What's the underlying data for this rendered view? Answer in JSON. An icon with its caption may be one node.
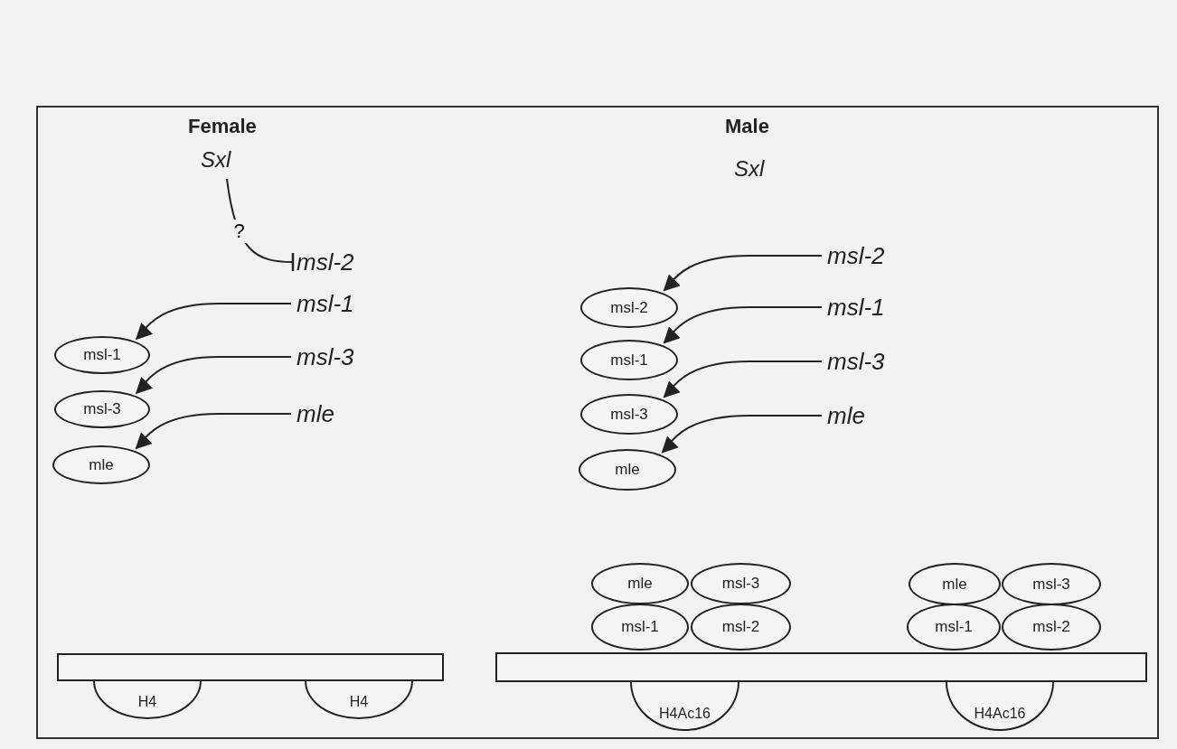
{
  "diagram": {
    "nodes": [
      {
        "text": [
          "Sxl"
        ]
      },
      {
        "text": [
          "msl-2"
        ]
      },
      {
        "text": [
          "msl-1"
        ]
      },
      {
        "text": [
          "msl-3"
        ]
      },
      {
        "text": [
          "mle"
        ]
      },
      {
        "text": [
          "msl-1"
        ]
      },
      {
        "text": [
          "msl-3"
        ]
      },
      {
        "text": [
          "mle"
        ]
      },
      {
        "text": [
          "Sxl"
        ]
      },
      {
        "text": [
          "msl-2"
        ]
      },
      {
        "text": [
          "msl-1"
        ]
      },
      {
        "text": [
          "msl-3"
        ]
      },
      {
        "text": [
          "mle"
        ]
      },
      {
        "text": [
          "msl-2"
        ]
      },
      {
        "text": [
          "msl-1"
        ]
      },
      {
        "text": [
          "msl-3"
        ]
      },
      {
        "text": [
          "mle"
        ]
      },
      {
        "text": [
          "H4"
        ]
      },
      {
        "text": [
          "H4"
        ]
      },
      {
        "text": [
          "mle"
        ]
      },
      {
        "text": [
          "msl-3"
        ]
      },
      {
        "text": [
          "msl-1"
        ]
      },
      {
        "text": [
          "msl-2"
        ]
      },
      {
        "text": [
          "H4Ac16"
        ]
      },
      {
        "text": [
          "mle"
        ]
      },
      {
        "text": [
          "msl-3"
        ]
      },
      {
        "text": [
          "msl-1"
        ]
      },
      {
        "text": [
          "msl-2"
        ]
      },
      {
        "text": [
          "H4Ac16"
        ]
      },
      {
        "text": [],
        "shape": "bar"
      },
      {
        "text": [],
        "shape": "bar"
      }
    ],
    "edges": [
      {
        "from": 0,
        "to": 1,
        "arrow": "other",
        "label": "?"
      },
      {
        "from": 2,
        "to": 5,
        "arrow": "to"
      },
      {
        "from": 3,
        "to": 6,
        "arrow": "to"
      },
      {
        "from": 4,
        "to": 7,
        "arrow": "to"
      },
      {
        "from": 9,
        "to": 13,
        "arrow": "to"
      },
      {
        "from": 10,
        "to": 14,
        "arrow": "to"
      },
      {
        "from": 11,
        "to": 15,
        "arrow": "to"
      },
      {
        "from": 12,
        "to": 16,
        "arrow": "to"
      }
    ],
    "labels": [
      "Female",
      "Male"
    ]
  }
}
